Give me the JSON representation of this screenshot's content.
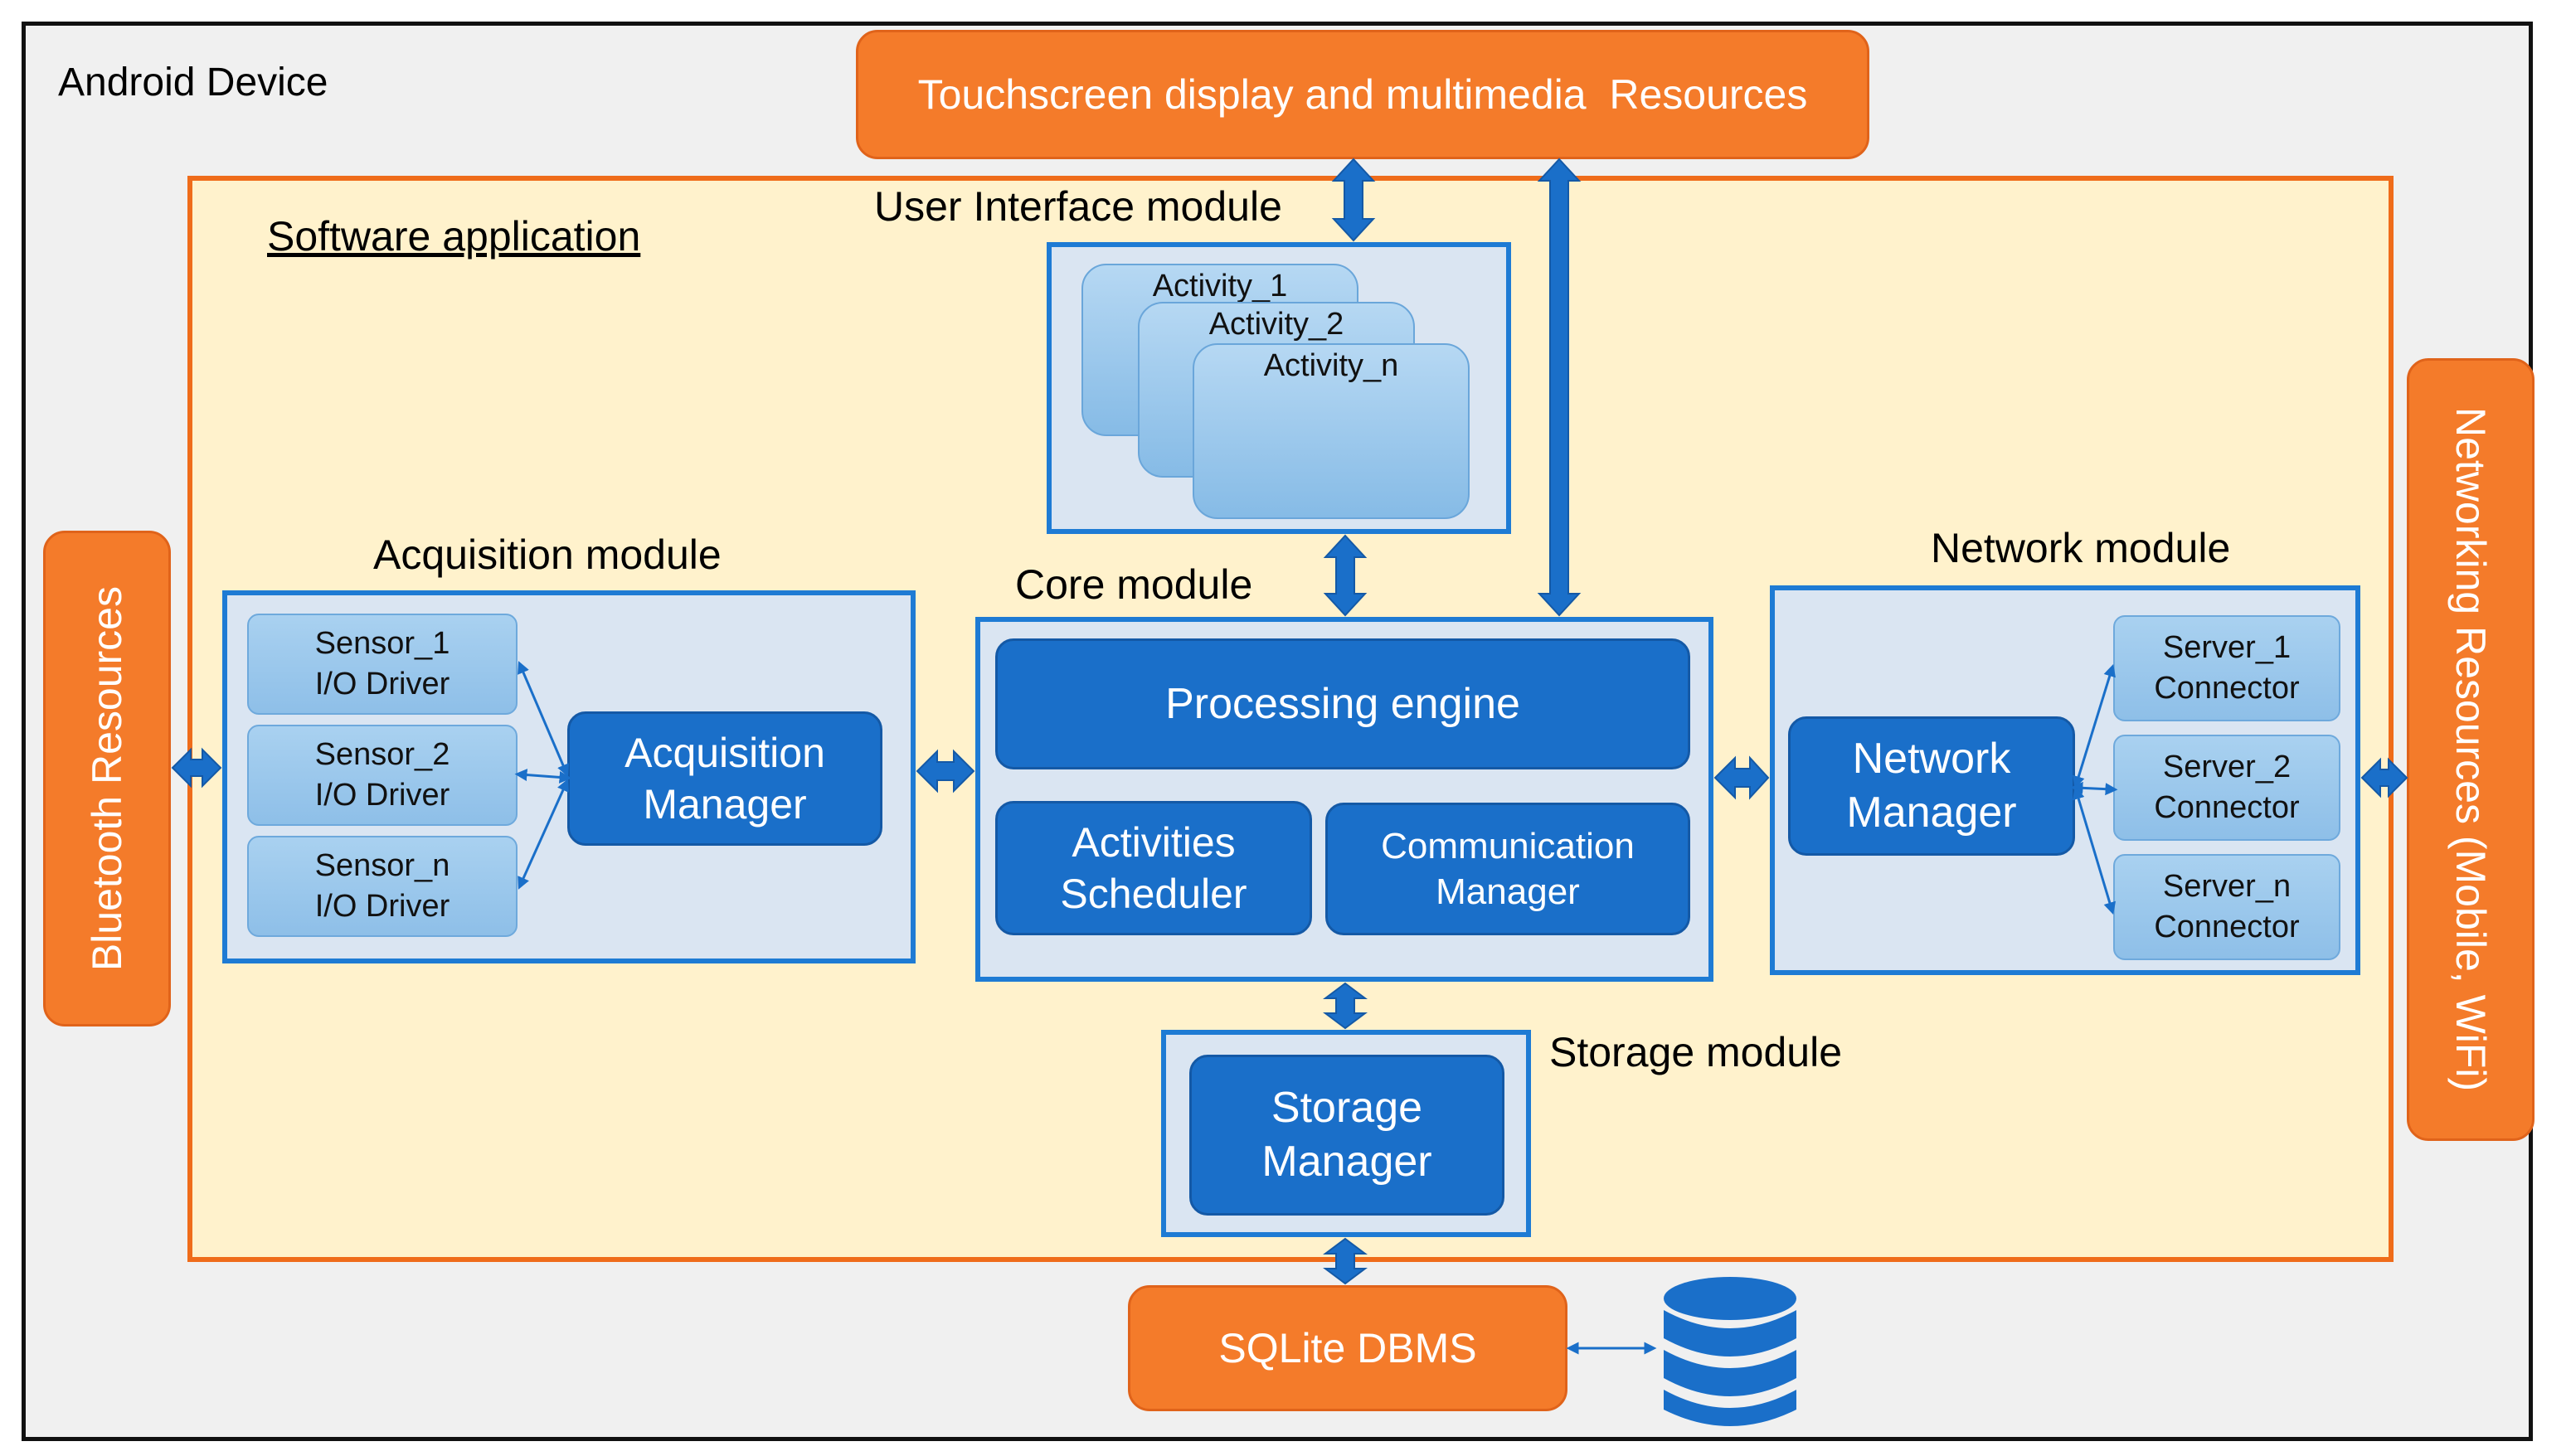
{
  "device": {
    "label": "Android Device"
  },
  "software": {
    "label": "Software application"
  },
  "resources": {
    "touchscreen": "Touchscreen display and multimedia  Resources",
    "bluetooth": "Bluetooth Resources",
    "networking": "Networking Resources (Mobile, WiFi)",
    "sqlite": "SQLite DBMS"
  },
  "ui_module": {
    "label": "User Interface module",
    "activities": [
      "Activity_1",
      "Activity_2",
      "Activity_n"
    ]
  },
  "acquisition_module": {
    "label": "Acquisition module",
    "manager": "Acquisition Manager",
    "drivers": [
      {
        "line1": "Sensor_1",
        "line2": "I/O Driver"
      },
      {
        "line1": "Sensor_2",
        "line2": "I/O Driver"
      },
      {
        "line1": "Sensor_n",
        "line2": "I/O Driver"
      }
    ]
  },
  "core_module": {
    "label": "Core module",
    "processing": "Processing engine",
    "scheduler_l1": "Activities",
    "scheduler_l2": "Scheduler",
    "comm_l1": "Communication",
    "comm_l2": "Manager"
  },
  "network_module": {
    "label": "Network module",
    "manager_l1": "Network",
    "manager_l2": "Manager",
    "connectors": [
      {
        "line1": "Server_1",
        "line2": "Connector"
      },
      {
        "line1": "Server_2",
        "line2": "Connector"
      },
      {
        "line1": "Server_n",
        "line2": "Connector"
      }
    ]
  },
  "storage_module": {
    "label": "Storage module",
    "manager_l1": "Storage",
    "manager_l2": "Manager"
  },
  "icons": {
    "database": "database-icon"
  },
  "colors": {
    "orange": "#f47b2a",
    "blue_dark": "#1a6fc9",
    "module_border": "#1e7bd4",
    "app_bg": "#fff2cc"
  }
}
